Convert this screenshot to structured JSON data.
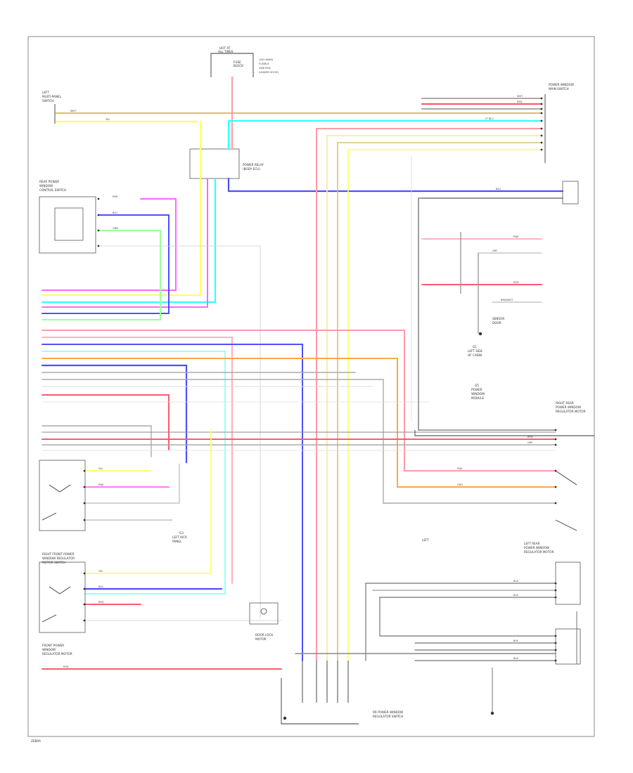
{
  "labels": {
    "top_fuse": [
      "HOT AT",
      "ALL TIMES",
      "FUSE",
      "BLOCK"
    ],
    "top_fuse_note": [
      "10A (MAIN)",
      "FUSIBLE",
      "LINK BOX",
      "(UNDER HOOD)"
    ],
    "left_control": [
      "LEFT",
      "MULTI-PANEL",
      "SWITCH"
    ],
    "right_master": [
      "POWER WINDOW",
      "MAIN SWITCH"
    ],
    "rear_power": [
      "REAR POWER",
      "WINDOW",
      "CONTROL SWITCH"
    ],
    "power_relay": [
      "POWER RELAY",
      "(BODY ECU)"
    ],
    "left_sec_mark": "LEFT",
    "front_right_master": [
      "FRONT POWER",
      "WINDOW",
      "REGULATOR MOTOR"
    ],
    "right_front_switch": [
      "RIGHT FRONT POWER",
      "WINDOW REGULATOR",
      "MOTOR SWITCH"
    ],
    "rr_motor_left": [
      "LEFT REAR",
      "POWER WINDOW",
      "REGULATOR MOTOR"
    ],
    "rr_motor_right": [
      "RIGHT REAR",
      "POWER WINDOW",
      "REGULATOR MOTOR"
    ],
    "sensor": [
      "SENSOR",
      "DOOR"
    ],
    "g_left": [
      "G1",
      "LEFT SIDE",
      "OF CABIN"
    ],
    "g_bottom": [
      "G3",
      "LEFT KICK",
      "PANEL"
    ],
    "g_mid": [
      "G5",
      "POWER",
      "WINDOW",
      "MODULE"
    ],
    "door_lock": [
      "DOOR LOCK",
      "MOTOR"
    ],
    "rear_cntrl": [
      "RR POWER WINDOW",
      "REGULATOR SWITCH"
    ],
    "footer": "ZEBRA"
  },
  "wire_labels": {
    "wht": "WHT",
    "red": "RED",
    "blu": "BLU",
    "yel": "YEL",
    "grn": "GRN",
    "pnk": "PNK",
    "lblu": "LT BLU",
    "blk": "BLK",
    "gry": "GRY",
    "org": "ORG",
    "brn": "BRN/WHT"
  },
  "colors": {
    "red": "#ff5a6e",
    "lightred": "#ff9aa6",
    "yellow": "#ffff66",
    "paleyellow": "#ffe9a0",
    "cyan": "#33ffff",
    "blue": "#4f4fff",
    "magenta": "#ff66ff",
    "green": "#9dff9d",
    "orange": "#ffa64d",
    "grey": "#aaaaaa",
    "tan": "#d8c27a"
  }
}
